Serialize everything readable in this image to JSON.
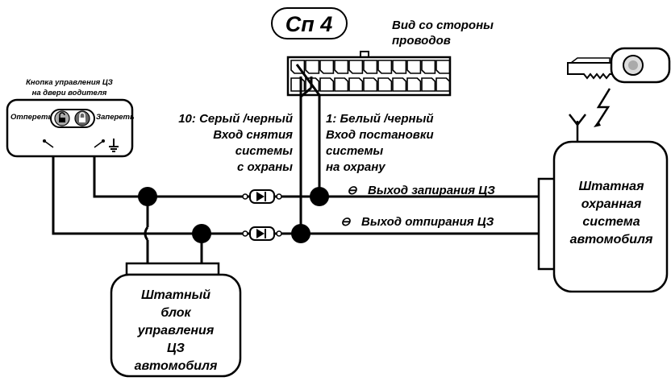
{
  "connector": {
    "label": "Сп 4",
    "view_caption": [
      "Вид со стороны",
      "проводов"
    ]
  },
  "button_panel": {
    "title": [
      "Кнопка управления ЦЗ",
      "на двери водителя"
    ],
    "unlock_label": "Отпереть",
    "lock_label": "Запереть"
  },
  "wire_10": {
    "lines": [
      "10: Серый /черный",
      "Вход снятия",
      "системы",
      "с охраны"
    ]
  },
  "wire_1": {
    "lines": [
      "1: Белый /черный",
      "Вход постановки",
      "системы",
      "на охрану"
    ]
  },
  "outputs": {
    "lock": "Выход запирания ЦЗ",
    "unlock": "Выход отпирания ЦЗ",
    "minus_symbol": "⊖"
  },
  "alarm_box": {
    "lines": [
      "Штатная",
      "охранная",
      "система",
      "автомобиля"
    ]
  },
  "cl_unit": {
    "lines": [
      "Штатный",
      "блок",
      "управления",
      "ЦЗ",
      "автомобиля"
    ]
  },
  "colors": {
    "ink": "#000000",
    "paper": "#ffffff",
    "key_fill": "#dddddd"
  }
}
